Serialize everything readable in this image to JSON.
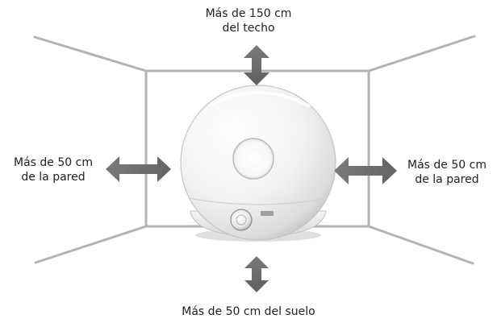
{
  "labels": {
    "top": {
      "line1": "Más de 150 cm",
      "line2": "del techo"
    },
    "left": {
      "line1": "Más de 50 cm",
      "line2": "de la pared"
    },
    "right": {
      "line1": "Más de 50 cm",
      "line2": "de la pared"
    },
    "bottom": {
      "line1": "Más de  50 cm del suelo"
    }
  },
  "device": {
    "brand_badge": ""
  },
  "colors": {
    "room_lines": "#b3b3b3",
    "arrows": "#6f6f6f",
    "text": "#222222",
    "device_body": "#f0f0f0",
    "device_shadow": "#c9c9c9"
  },
  "icons": {
    "arrow_shape": "double-headed-arrow",
    "knob": "dial-knob"
  }
}
